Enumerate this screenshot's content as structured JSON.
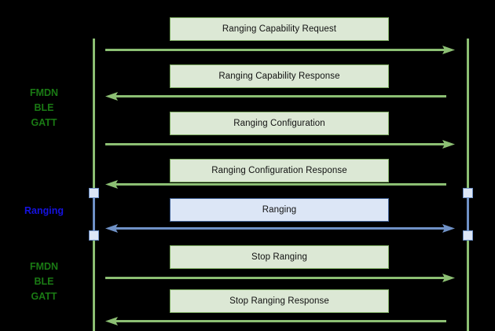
{
  "diagram": {
    "type": "sequence-diagram",
    "background_color": "#000000",
    "colors": {
      "green_line": "#8cbf73",
      "green_box_fill": "#dce8d5",
      "green_box_border": "#7fae63",
      "blue_line": "#6f91c6",
      "blue_box_fill": "#dce6f6",
      "blue_box_border": "#3f5f93",
      "label_green": "#1a7a14",
      "label_blue": "#1512e0",
      "text": "#111111"
    },
    "side_labels": [
      {
        "id": "fmdn-top",
        "text": "FMDN\nBLE\nGATT",
        "color": "green"
      },
      {
        "id": "ranging",
        "text": "Ranging",
        "color": "blue"
      },
      {
        "id": "fmdn-bottom",
        "text": "FMDN\nBLE\nGATT",
        "color": "green"
      }
    ],
    "messages": [
      {
        "id": "ranging-capability-request",
        "label": "Ranging Capability Request",
        "direction": "right",
        "style": "green"
      },
      {
        "id": "ranging-capability-response",
        "label": "Ranging Capability Response",
        "direction": "left",
        "style": "green"
      },
      {
        "id": "ranging-configuration",
        "label": "Ranging Configuration",
        "direction": "right",
        "style": "green"
      },
      {
        "id": "ranging-configuration-response",
        "label": "Ranging Configuration Response",
        "direction": "left",
        "style": "green"
      },
      {
        "id": "ranging",
        "label": "Ranging",
        "direction": "both",
        "style": "blue"
      },
      {
        "id": "stop-ranging",
        "label": "Stop Ranging",
        "direction": "right",
        "style": "green"
      },
      {
        "id": "stop-ranging-response",
        "label": "Stop Ranging Response",
        "direction": "left",
        "style": "green"
      }
    ]
  }
}
